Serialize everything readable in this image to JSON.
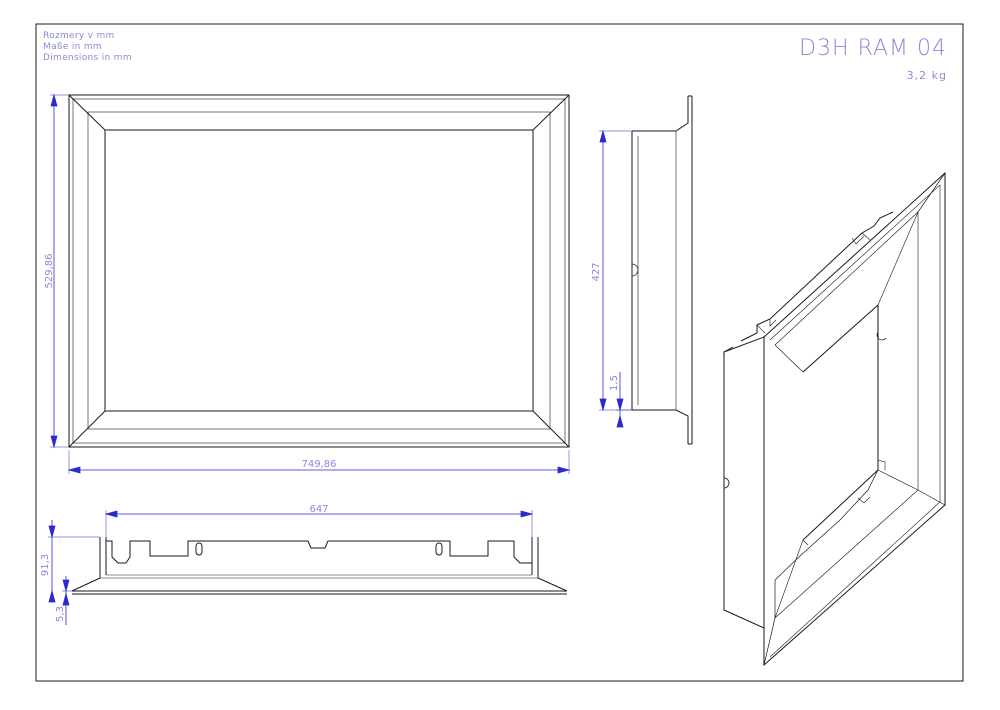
{
  "notes": {
    "line1": "Rozmery v mm",
    "line2": "Maße in mm",
    "line3": "Dimensions in mm"
  },
  "title_block": {
    "part_name": "D3H RAM 04",
    "weight": "3,2 kg"
  },
  "dimensions": {
    "front_height": "529,86",
    "front_width": "749,86",
    "side_height": "427",
    "side_flange": "1,5",
    "bottom_width": "647",
    "bottom_depth": "91,3",
    "bottom_flange": "5,3"
  },
  "colors": {
    "line": "#1a1a1a",
    "dimension": "#2a2ad0",
    "annotation": "#8a8ad8"
  }
}
